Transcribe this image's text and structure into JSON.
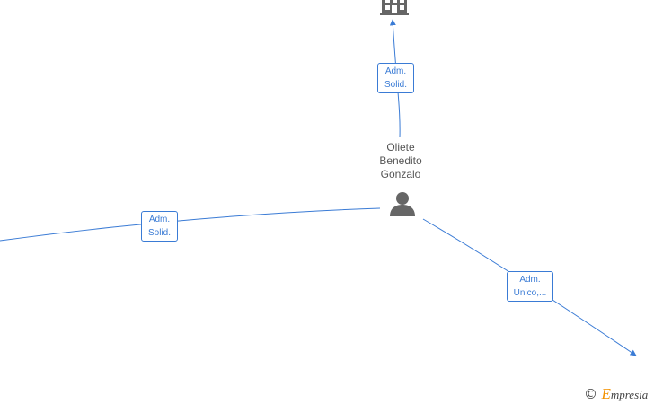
{
  "person": {
    "name_lines": [
      "Oliete",
      "Benedito",
      "Gonzalo"
    ],
    "icon": "person-icon"
  },
  "company_icon": "building-icon",
  "edges": [
    {
      "id": "to-company",
      "label_lines": [
        "Adm.",
        "Solid."
      ]
    },
    {
      "id": "to-left",
      "label_lines": [
        "Adm.",
        "Solid."
      ]
    },
    {
      "id": "to-lower-right",
      "label_lines": [
        "Adm.",
        "Unico,..."
      ]
    }
  ],
  "footer": {
    "copyright": "©",
    "brand_initial": "E",
    "brand_rest": "mpresia"
  },
  "colors": {
    "edge": "#3a7bd5",
    "icon": "#666666",
    "text": "#555555",
    "brand_accent": "#f39200"
  }
}
